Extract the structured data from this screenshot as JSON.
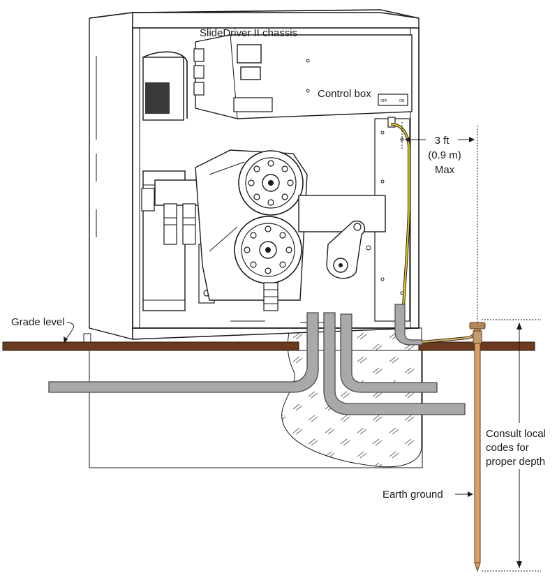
{
  "labels": {
    "chassis": "SlideDriver II chassis",
    "control_box": "Control box",
    "distance_line1": "3 ft",
    "distance_line2": "(0.9 m)",
    "distance_line3": "Max",
    "grade_level": "Grade level",
    "consult_line1": "Consult local",
    "consult_line2": "codes for",
    "consult_line3": "proper depth",
    "earth_ground": "Earth ground"
  },
  "switch_text": {
    "off": "OFF",
    "on": "ON"
  },
  "colors": {
    "ground_surface": "#6b3a1f",
    "ground_wire": "#e8c21b",
    "ground_rod": "#d9a066",
    "rod_clamp": "#b0865a",
    "conduit_fill": "#a9a9a9",
    "conduit_edge": "#4a4a4a",
    "line": "#1a1a1a"
  }
}
